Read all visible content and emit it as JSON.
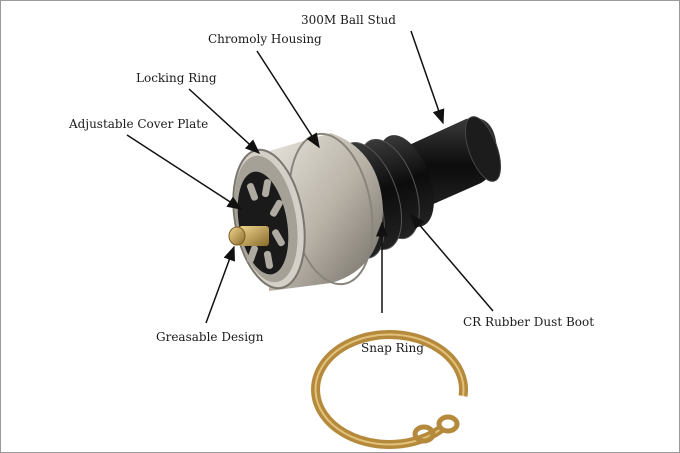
{
  "labels": {
    "ball_stud": "300M Ball Stud",
    "housing": "Chromoly Housing",
    "locking_ring": "Locking Ring",
    "cover_plate": "Adjustable Cover Plate",
    "greasable": "Greasable Design",
    "snap_ring": "Snap Ring",
    "dust_boot": "CR Rubber Dust Boot"
  },
  "colors": {
    "arrow": "#111111",
    "steel": "#c9c4bb",
    "rubber": "#141414",
    "brass": "#b58a3c"
  }
}
